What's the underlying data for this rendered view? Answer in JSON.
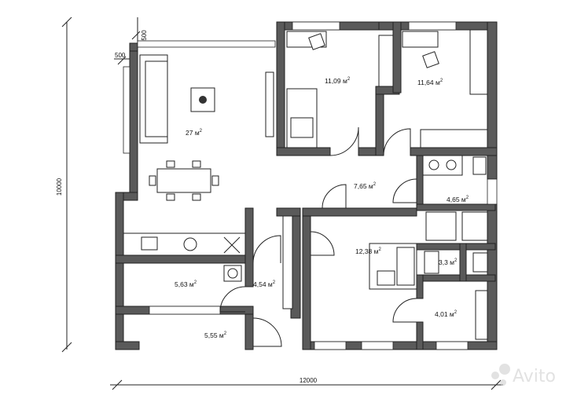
{
  "dimensions": {
    "width_label": "12000",
    "height_label": "10000",
    "offset_top": "500",
    "offset_left": "500"
  },
  "rooms": [
    {
      "id": "living",
      "area": "27 м",
      "sup": "2"
    },
    {
      "id": "bedroom-1",
      "area": "11,09 м",
      "sup": "2"
    },
    {
      "id": "bedroom-2",
      "area": "11,64 м",
      "sup": "2"
    },
    {
      "id": "hall",
      "area": "7,65 м",
      "sup": "2"
    },
    {
      "id": "bathroom-1",
      "area": "4,65 м",
      "sup": "2"
    },
    {
      "id": "master-bedroom",
      "area": "12,38 м",
      "sup": "2"
    },
    {
      "id": "bathroom-2",
      "area": "3,3 м",
      "sup": "2"
    },
    {
      "id": "utility",
      "area": "5,63 м",
      "sup": "2"
    },
    {
      "id": "corridor",
      "area": "4,54 м",
      "sup": "2"
    },
    {
      "id": "porch",
      "area": "5,55 м",
      "sup": "2"
    },
    {
      "id": "dressing",
      "area": "4,01 м",
      "sup": "2"
    }
  ],
  "watermark": "Avito",
  "icons": {
    "watermark": "avito-logo-icon"
  }
}
